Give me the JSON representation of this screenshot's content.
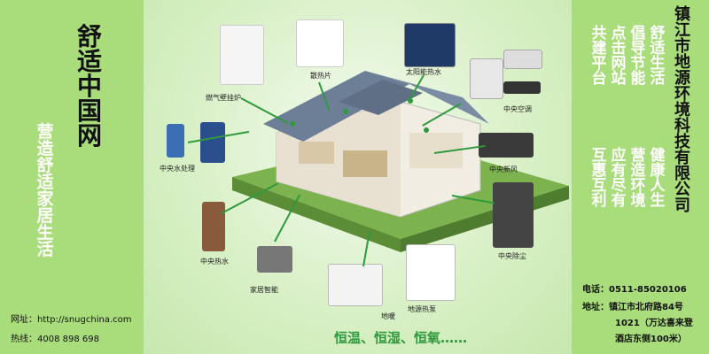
{
  "left": {
    "title": "舒适中国网",
    "slogan": "营造舒适家居生活",
    "website_label": "网址：http://snugchina.com",
    "hotline_label": "热线：4008 898 698"
  },
  "right": {
    "company": "镇江市地源环境科技有限公司",
    "col1": "舒适生活",
    "col2": "倡导节能",
    "col3": "点击网站",
    "col4": "共建平台",
    "col5": "健康人生",
    "col6": "营造环境",
    "col7": "应有尽有",
    "col8": "互惠互利",
    "phone": "电话：0511-85020106",
    "address1": "地址：镇江市北府路84号",
    "address2": "1021（万达喜来登",
    "address3": "酒店东侧100米）"
  },
  "labels": {
    "gas_boiler": "燃气壁挂炉",
    "radiator": "散热片",
    "solar_heater": "太阳能热水",
    "central_ac": "中央空调",
    "water_treatment": "中央水处理",
    "fresh_air": "中央新风",
    "central_vacuum": "中央除尘",
    "water_heater": "中央热水",
    "smart_home": "家居智能",
    "floor_heating": "地暖",
    "ground_source_pump": "地源热泵"
  },
  "bottom_caption": "恒温、恒湿、恒氧……",
  "colors": {
    "panel_green": "#a9dc7a",
    "accent_green": "#2f9a3d"
  }
}
